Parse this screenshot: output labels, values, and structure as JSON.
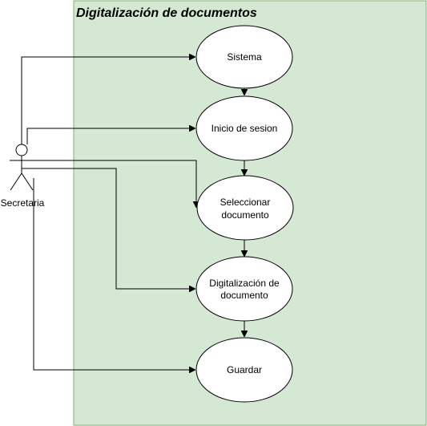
{
  "system": {
    "title": "Digitalización de documentos",
    "fill_color": "#d5e8d4",
    "border_color": "#82b366"
  },
  "actor": {
    "name": "Secretaria"
  },
  "use_cases": [
    {
      "id": "sistema",
      "lines": [
        "Sistema"
      ]
    },
    {
      "id": "inicio-de-sesion",
      "lines": [
        "Inicio de sesion"
      ]
    },
    {
      "id": "seleccionar-documento",
      "lines": [
        "Seleccionar",
        "documento"
      ]
    },
    {
      "id": "digitalizacion-de-documento",
      "lines": [
        "Digitalización de",
        "documento"
      ]
    },
    {
      "id": "guardar",
      "lines": [
        "Guardar"
      ]
    }
  ]
}
